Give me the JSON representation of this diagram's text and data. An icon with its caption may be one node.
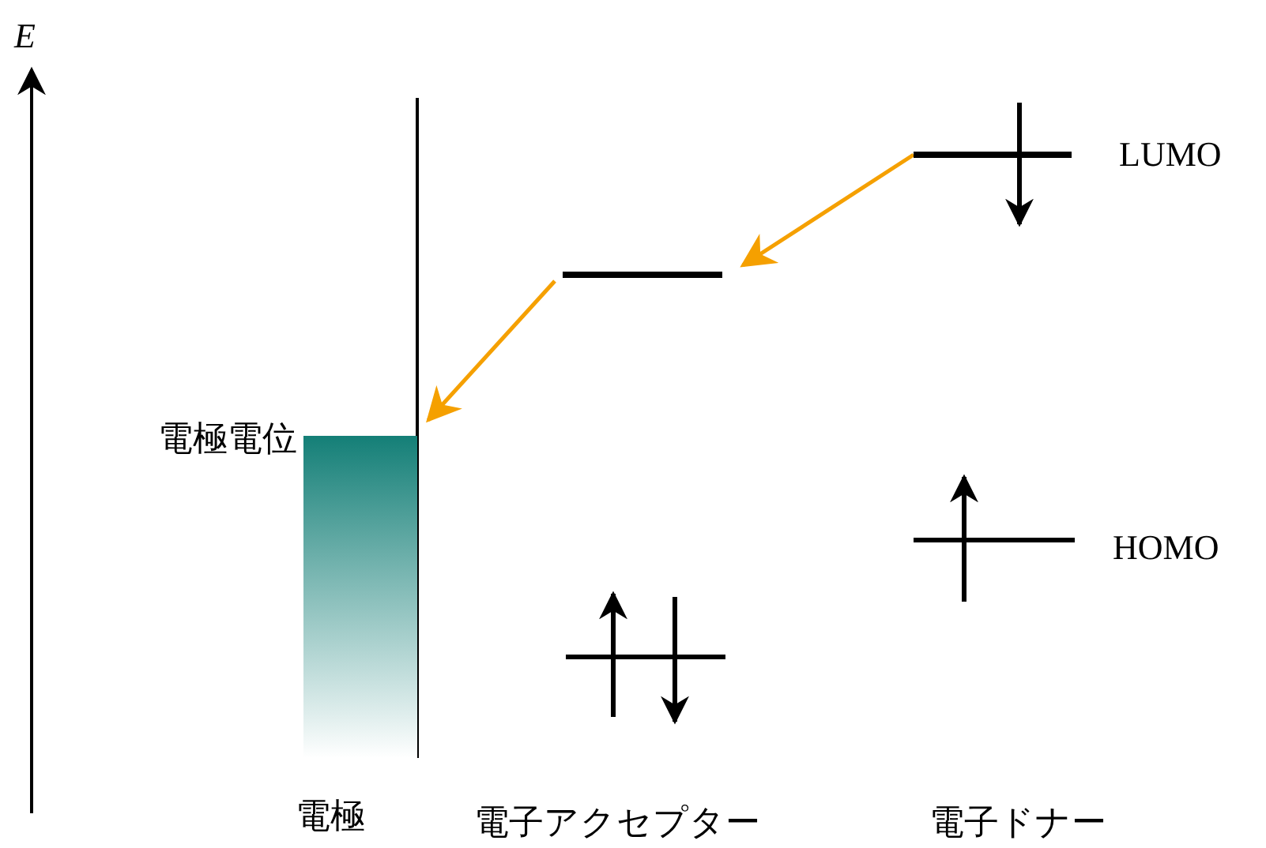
{
  "diagram": {
    "nodes": [
      {
        "text": [],
        "shape": "bar",
        "beside": [
          "電極電位"
        ]
      },
      {
        "text": [],
        "shape": "bar"
      },
      {
        "text": [],
        "shape": "bar",
        "beside": [
          "LUMO"
        ]
      }
    ],
    "edges": [
      {
        "from": 2,
        "to": 1,
        "arrow": "to"
      },
      {
        "from": 1,
        "to": 0,
        "arrow": "to"
      }
    ],
    "labels": [
      "E",
      "HOMO",
      "電極",
      "電子アクセプター",
      "電子ドナー"
    ]
  }
}
